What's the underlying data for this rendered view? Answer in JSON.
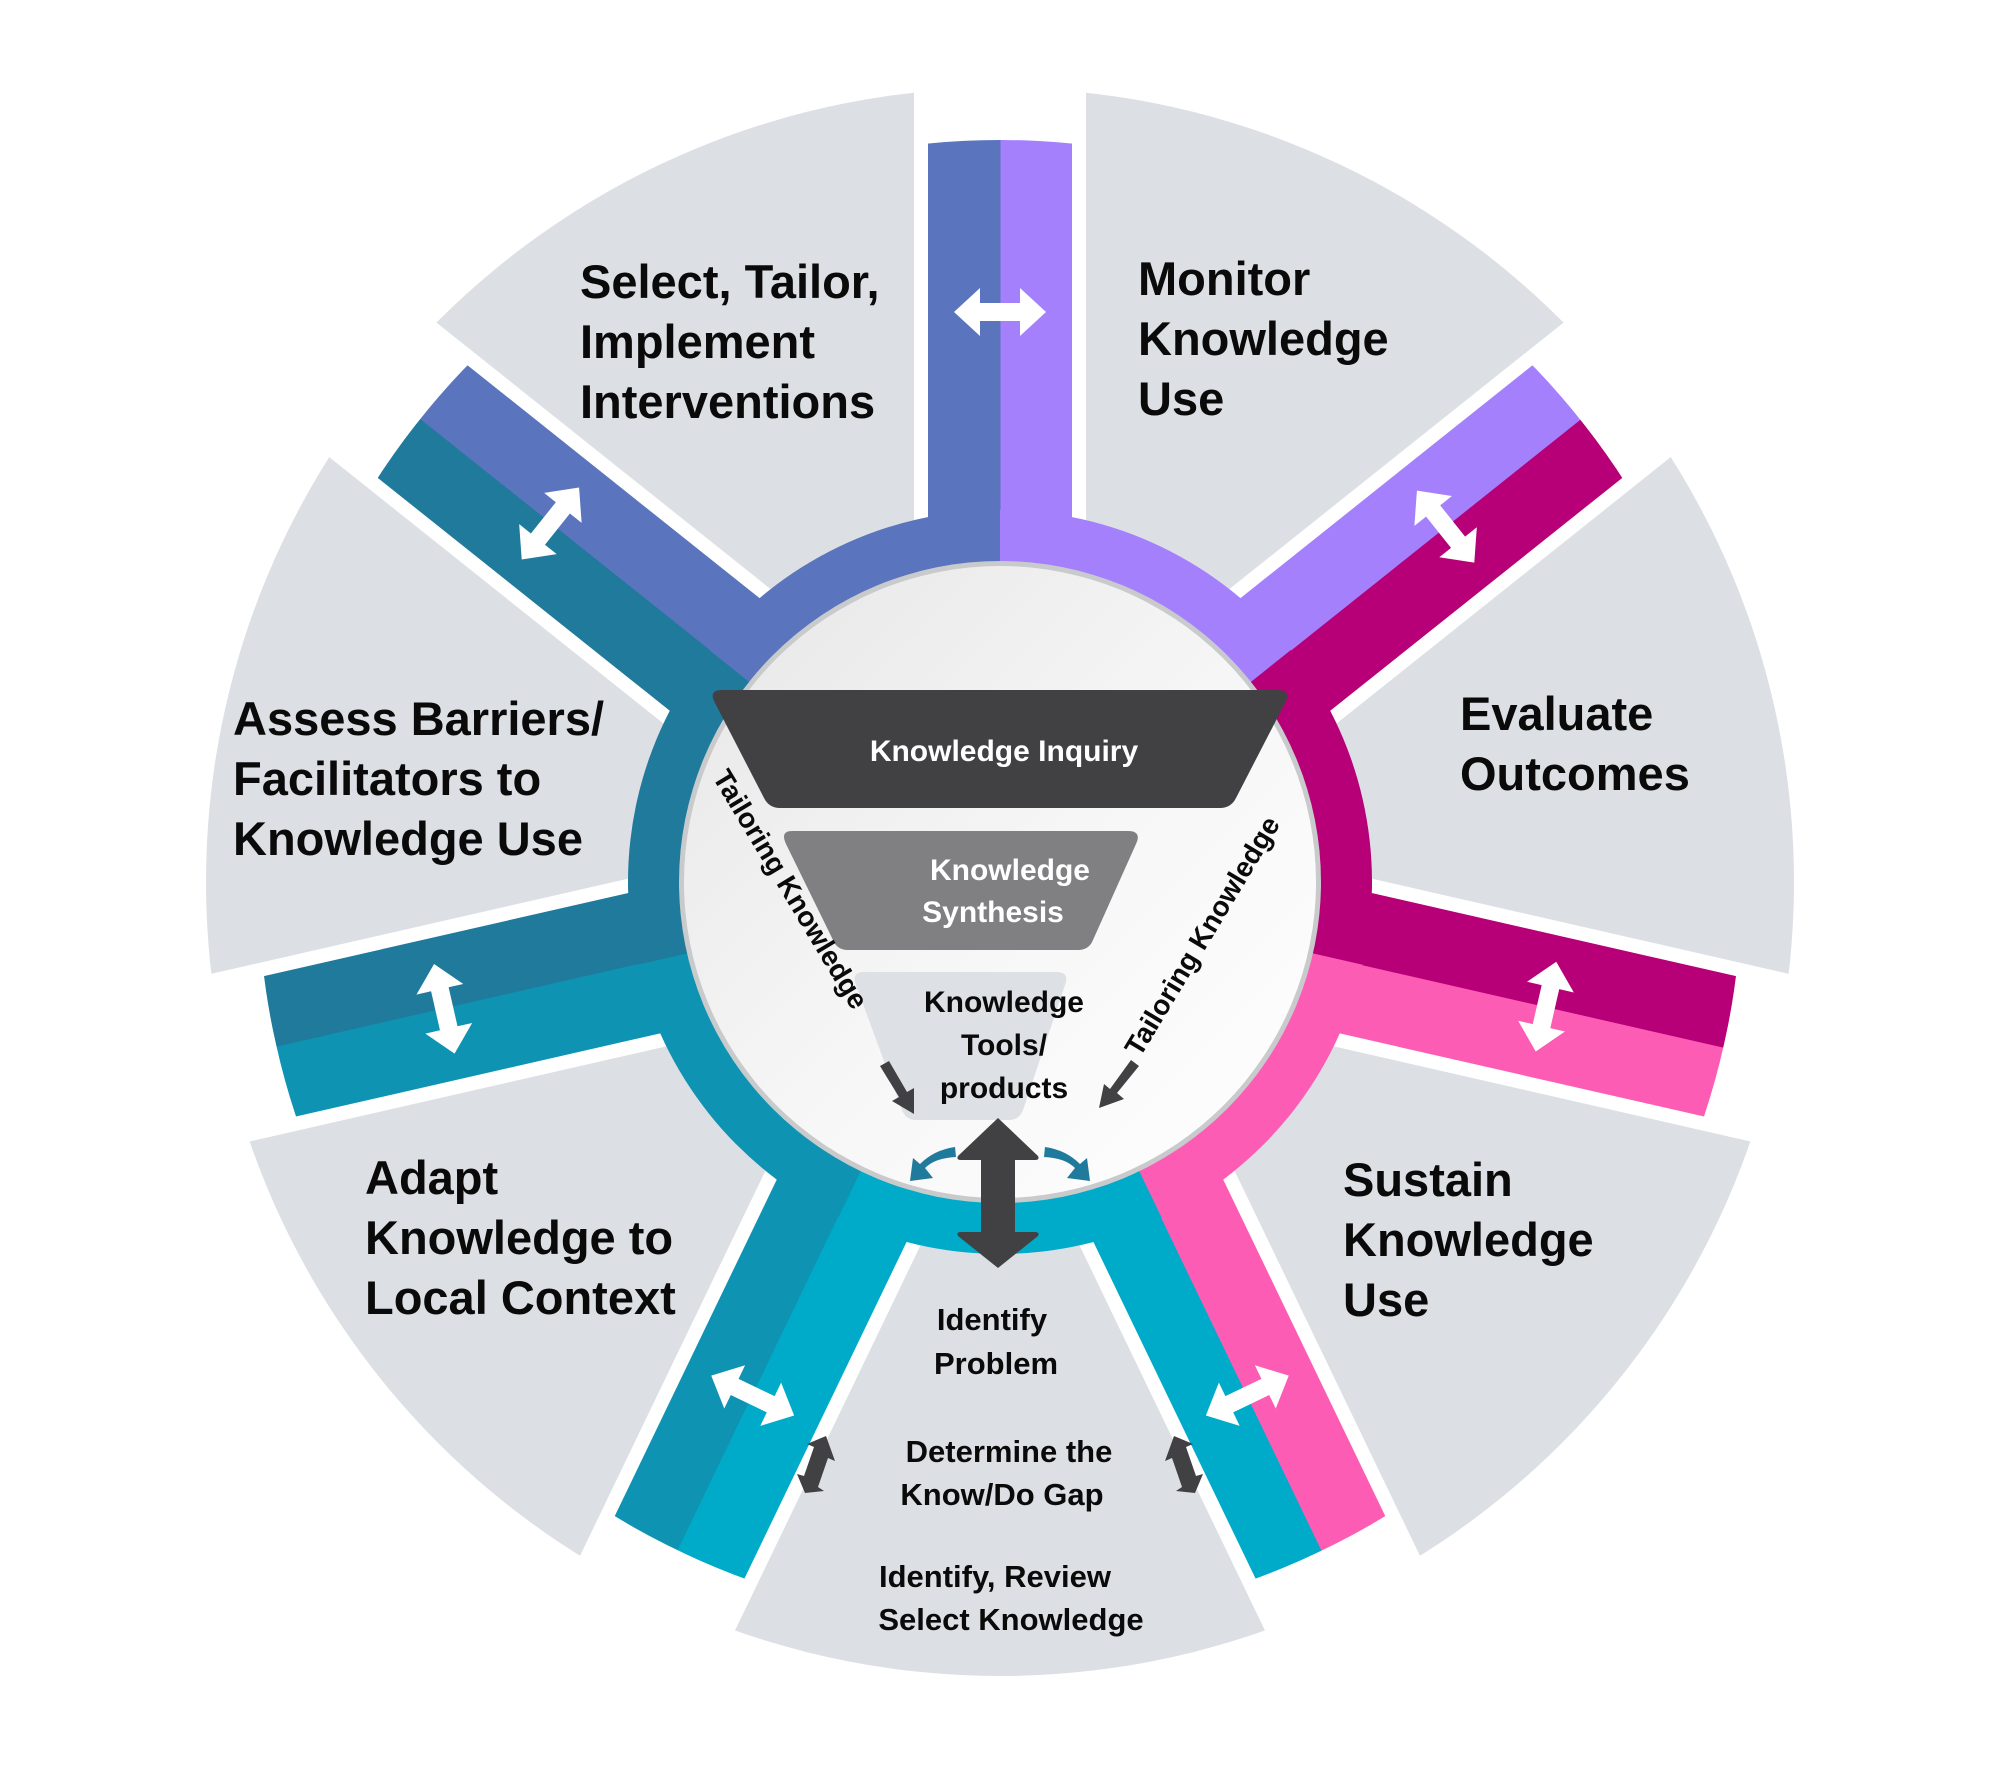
{
  "colors": {
    "background": "#ffffff",
    "sector_gray": "#dce0e4",
    "inner_circle": "#f4f4f5",
    "inner_circle_edge": "#c9cacc",
    "dark_arrow": "#414143",
    "white_arrow": "#ffffff",
    "curved_arrow": "#1f7a9c",
    "segments": [
      "#5a74bd",
      "#a580fc",
      "#b70077",
      "#fd5cb4",
      "#00abc9",
      "#0e93b3",
      "#1f7a9c"
    ]
  },
  "action_cycle": [
    {
      "id": "select-tailor-implement",
      "lines": [
        "Select, Tailor,",
        "Implement",
        "Interventions"
      ]
    },
    {
      "id": "monitor-knowledge-use",
      "lines": [
        "Monitor",
        "Knowledge",
        "Use"
      ]
    },
    {
      "id": "evaluate-outcomes",
      "lines": [
        "Evaluate",
        "Outcomes"
      ]
    },
    {
      "id": "sustain-knowledge-use",
      "lines": [
        "Sustain",
        "Knowledge",
        "Use"
      ]
    },
    {
      "id": "adapt-knowledge",
      "lines": [
        "Adapt",
        "Knowledge to",
        "Local Context"
      ]
    },
    {
      "id": "assess-barriers",
      "lines": [
        "Assess Barriers/",
        "Facilitators to",
        "Knowledge Use"
      ]
    }
  ],
  "bottom_phase": {
    "identify_problem": [
      "Identify",
      "Problem"
    ],
    "know_do_gap": [
      "Determine the",
      "Know/Do Gap"
    ],
    "identify_review": [
      "Identify, Review",
      "Select Knowledge"
    ]
  },
  "knowledge_creation": {
    "inquiry": "Knowledge Inquiry",
    "synthesis": [
      "Knowledge",
      "Synthesis"
    ],
    "tools": [
      "Knowledge",
      "Tools/",
      "products"
    ],
    "tailoring_left": "Tailoring Knowledge",
    "tailoring_right": "Tailoring Knowledge"
  },
  "icons": {
    "spoke_arrow": "double-headed-arrow-icon",
    "center_arrow": "vertical-double-arrow-icon",
    "curved_arrow": "curved-arrow-icon",
    "tailor_arrow": "diagonal-arrow-icon"
  }
}
